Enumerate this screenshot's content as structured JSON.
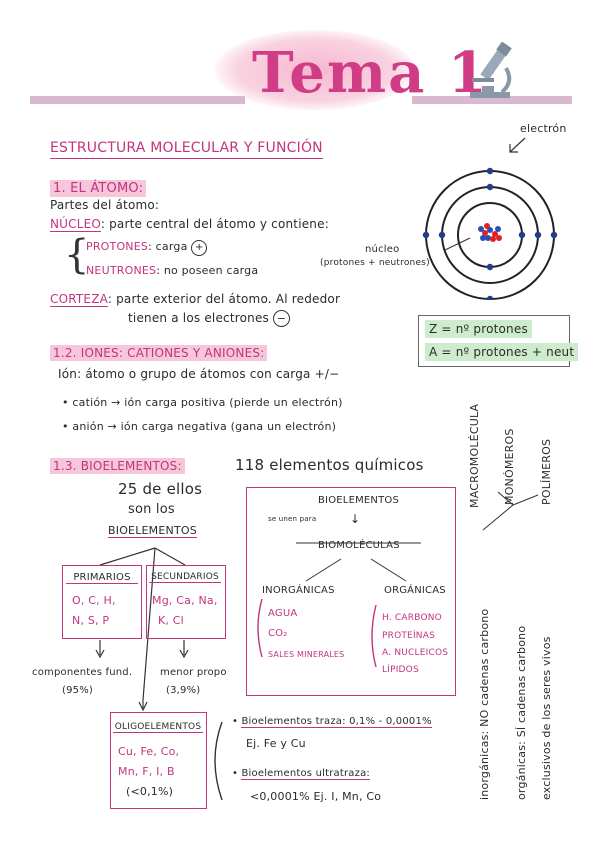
{
  "title": "Tema 1",
  "subtitle": "ESTRUCTURA MOLECULAR Y FUNCIÓN",
  "atom_diagram": {
    "electron_label": "electrón",
    "nucleus_label": "núcleo",
    "nucleus_detail": "(protones + neutrones)"
  },
  "formulas": {
    "z": "Z = nº protones",
    "a": "A = nº protones + neut"
  },
  "section1": {
    "heading": "1. EL ÁTOMO:",
    "parts": "Partes del átomo:",
    "nucleo_term": "NÚCLEO",
    "nucleo_text": ": parte central del átomo y contiene:",
    "protones_term": "PROTONES",
    "protones_text": ": carga",
    "protones_sign": "+",
    "neutrones_term": "NEUTRONES",
    "neutrones_text": ": no poseen carga",
    "corteza_term": "CORTEZA",
    "corteza_text1": ": parte exterior del átomo. Al rededor",
    "corteza_text2": "tienen a los electrones",
    "corteza_sign": "−"
  },
  "section12": {
    "heading": "1.2. IONES: CATIONES Y ANIONES:",
    "ion_def": "Ión: átomo o grupo de átomos con carga +/−",
    "cation": "catión → ión carga positiva (pierde un electrón)",
    "anion": "anión → ión carga negativa (gana un electrón)"
  },
  "section13": {
    "heading": "1.3. BIOELEMENTOS:",
    "count": "118 elementos químicos",
    "note_line1": "25 de ellos",
    "note_line2": "son los",
    "note_line3": "BIOELEMENTOS",
    "primarios_title": "PRIMARIOS",
    "primarios_items": "O, C, H,",
    "primarios_items2": "N, S, P",
    "secundarios_title": "SECUNDARIOS",
    "secundarios_items": "Mg, Ca, Na,",
    "secundarios_items2": "K, Cl",
    "primarios_note1": "componentes fund.",
    "primarios_note2": "(95%)",
    "secundarios_note1": "menor propo",
    "secundarios_note2": "(3,9%)",
    "oligo_title": "OLIGOELEMENTOS",
    "oligo_items1": "Cu, Fe, Co,",
    "oligo_items2": "Mn, F, I, B",
    "oligo_items3": "(<0,1%)",
    "traza1": "Bioelementos traza: 0,1% - 0,0001%",
    "traza2": "Ej. Fe y Cu",
    "ultratraza1": "Bioelementos ultratraza:",
    "ultratraza2": "<0,0001% Ej. I, Mn, Co"
  },
  "bio_box": {
    "top": "BIOELEMENTOS",
    "se_unen": "se unen para",
    "middle": "BIOMOLÉCULAS",
    "inorg": "INORGÁNICAS",
    "org": "ORGÁNICAS",
    "inorg_items": [
      "AGUA",
      "CO₂",
      "SALES MINERALES"
    ],
    "org_items": [
      "H. CARBONO",
      "PROTEÍNAS",
      "A. NUCLEICOS",
      "LÍPIDOS"
    ]
  },
  "side": {
    "macro": "MACROMOLÉCULA",
    "monomeros": "MONÓMEROS",
    "polimeros": "POLÍMEROS",
    "inorganicas": "inorgánicas: NO cadenas carbono",
    "organicas": "orgánicas: SÍ cadenas carbono",
    "exclusivos": "exclusivos de los seres vivos"
  }
}
